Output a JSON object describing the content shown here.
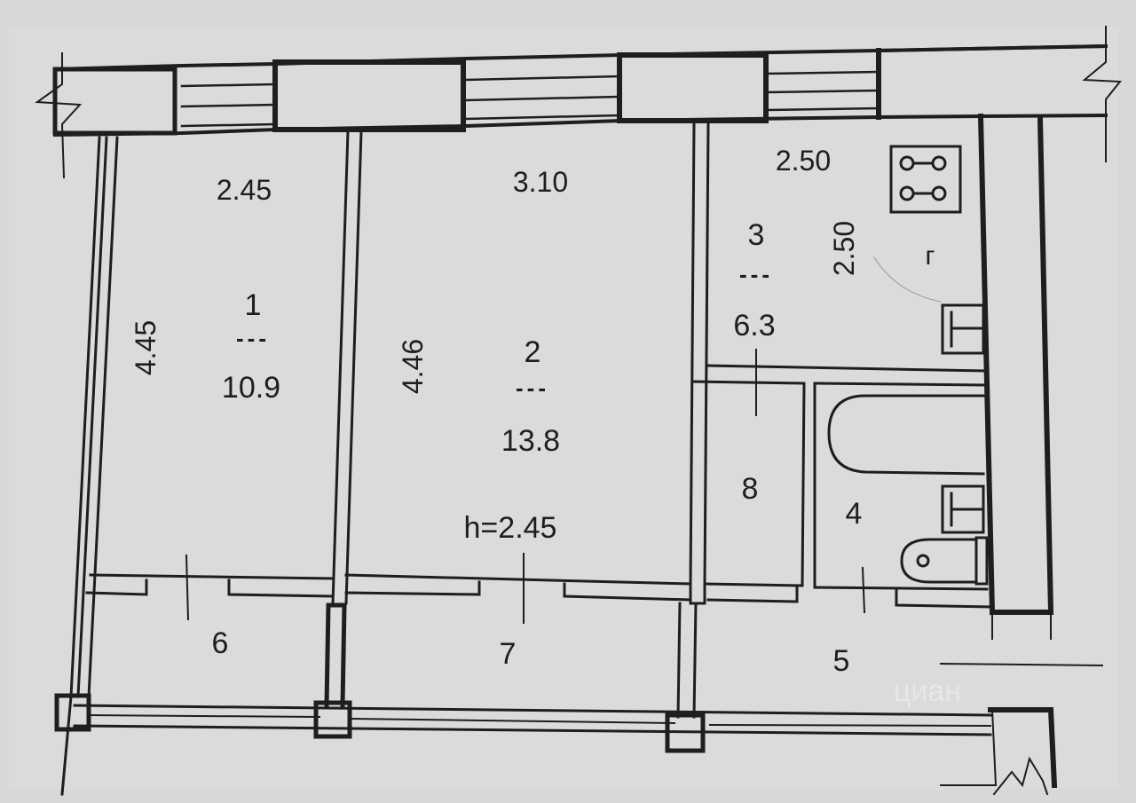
{
  "plan": {
    "ceiling_height": "h=2.45",
    "dash": "---",
    "rooms": [
      {
        "number": "1",
        "area": "10.9",
        "width": "2.45",
        "length": "4.45"
      },
      {
        "number": "2",
        "area": "13.8",
        "width": "3.10",
        "length": "4.46"
      },
      {
        "number": "3",
        "area": "6.3",
        "width": "2.50",
        "length": "2.50"
      },
      {
        "number": "4"
      },
      {
        "number": "5"
      },
      {
        "number": "6"
      },
      {
        "number": "7"
      },
      {
        "number": "8"
      }
    ],
    "kitchen_marker": "г",
    "watermark": "циан",
    "colors": {
      "paper": "#d9d7d9",
      "ink": "#1e1e1e"
    }
  }
}
